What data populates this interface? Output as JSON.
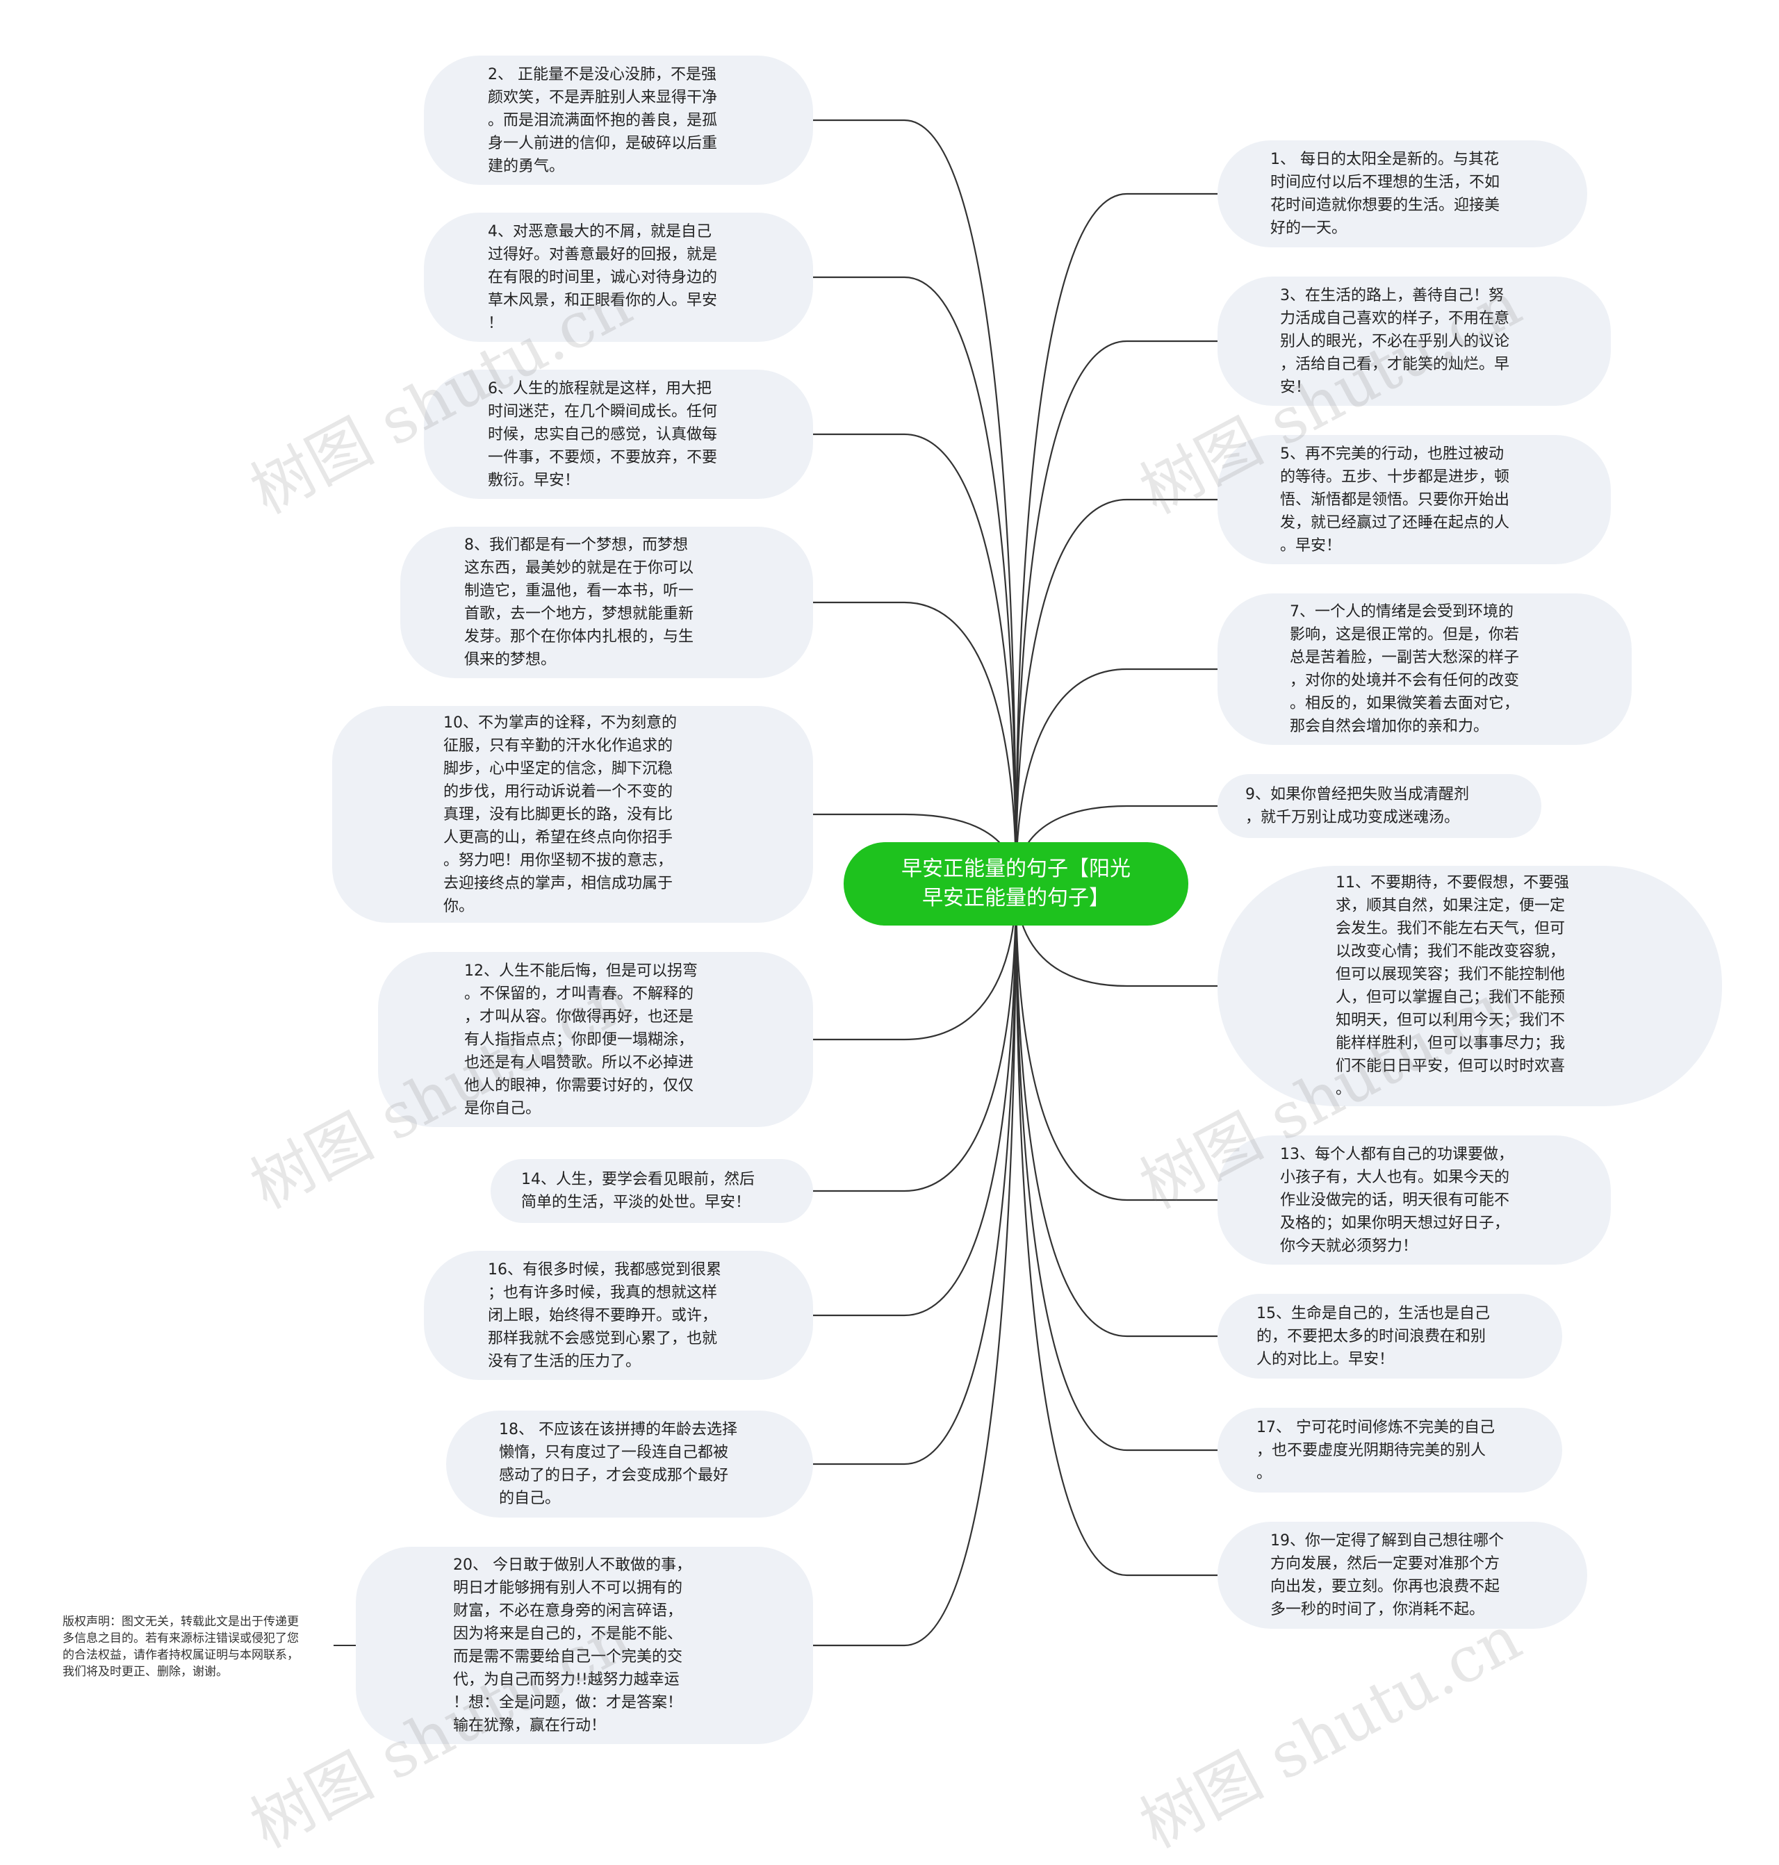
{
  "center": {
    "title": "早安正能量的句子【阳光\n早安正能量的句子】"
  },
  "left_nodes": [
    "2、 正能量不是没心没肺，不是强\n颜欢笑，不是弄脏别人来显得干净\n。而是泪流满面怀抱的善良，是孤\n身一人前进的信仰，是破碎以后重\n建的勇气。",
    "4、对恶意最大的不屑，就是自己\n过得好。对善意最好的回报，就是\n在有限的时间里，诚心对待身边的\n草木风景，和正眼看你的人。早安\n！",
    "6、人生的旅程就是这样，用大把\n时间迷茫，在几个瞬间成长。任何\n时候，忠实自己的感觉，认真做每\n一件事，不要烦，不要放弃，不要\n敷衍。早安！",
    "8、我们都是有一个梦想，而梦想\n这东西，最美妙的就是在于你可以\n制造它，重温他，看一本书，听一\n首歌，去一个地方，梦想就能重新\n发芽。那个在你体内扎根的，与生\n俱来的梦想。",
    "10、不为掌声的诠释，不为刻意的\n征服，只有辛勤的汗水化作追求的\n脚步，心中坚定的信念，脚下沉稳\n的步伐，用行动诉说着一个不变的\n真理，没有比脚更长的路，没有比\n人更高的山，希望在终点向你招手\n。努力吧！用你坚韧不拔的意志，\n去迎接终点的掌声，相信成功属于\n你。",
    "12、人生不能后悔，但是可以拐弯\n。不保留的，才叫青春。不解释的\n，才叫从容。你做得再好，也还是\n有人指指点点；你即便一塌糊涂，\n也还是有人唱赞歌。所以不必掉进\n他人的眼神，你需要讨好的，仅仅\n是你自己。",
    "14、人生，要学会看见眼前，然后\n简单的生活，平淡的处世。早安！",
    "16、有很多时候，我都感觉到很累\n；也有许多时候，我真的想就这样\n闭上眼，始终得不要睁开。或许，\n那样我就不会感觉到心累了，也就\n没有了生活的压力了。",
    "18、 不应该在该拼搏的年龄去选择\n懒惰，只有度过了一段连自己都被\n感动了的日子，才会变成那个最好\n的自己。",
    "20、 今日敢于做别人不敢做的事，\n明日才能够拥有别人不可以拥有的\n财富，不必在意身旁的闲言碎语，\n因为将来是自己的，不是能不能、\n而是需不需要给自己一个完美的交\n代，为自己而努力!!越努力越幸运\n！想：全是问题，做：才是答案！\n输在犹豫，赢在行动！"
  ],
  "right_nodes": [
    "1、 每日的太阳全是新的。与其花\n时间应付以后不理想的生活，不如\n花时间造就你想要的生活。迎接美\n好的一天。",
    "3、在生活的路上，善待自己！努\n力活成自己喜欢的样子，不用在意\n别人的眼光，不必在乎别人的议论\n，活给自己看，才能笑的灿烂。早\n安！",
    "5、再不完美的行动，也胜过被动\n的等待。五步、十步都是进步，顿\n悟、渐悟都是领悟。只要你开始出\n发，就已经赢过了还睡在起点的人\n。早安！",
    "7、一个人的情绪是会受到环境的\n影响，这是很正常的。但是，你若\n总是苦着脸，一副苦大愁深的样子\n，对你的处境并不会有任何的改变\n。相反的，如果微笑着去面对它，\n那会自然会增加你的亲和力。",
    "9、如果你曾经把失败当成清醒剂\n，就千万别让成功变成迷魂汤。",
    "11、不要期待，不要假想，不要强\n求，顺其自然，如果注定，便一定\n会发生。我们不能左右天气，但可\n以改变心情；我们不能改变容貌，\n但可以展现笑容；我们不能控制他\n人，但可以掌握自己；我们不能预\n知明天，但可以利用今天；我们不\n能样样胜利，但可以事事尽力；我\n们不能日日平安，但可以时时欢喜\n。",
    "13、每个人都有自己的功课要做，\n小孩子有，大人也有。如果今天的\n作业没做完的话，明天很有可能不\n及格的；如果你明天想过好日子，\n你今天就必须努力！",
    "15、生命是自己的，生活也是自己\n的，不要把太多的时间浪费在和别\n人的对比上。早安！",
    "17、 宁可花时间修炼不完美的自己\n，也不要虚度光阴期待完美的别人\n。",
    "19、你一定得了解到自己想往哪个\n方向发展，然后一定要对准那个方\n向出发，要立刻。你再也浪费不起\n多一秒的时间了，你消耗不起。"
  ],
  "copyright": "版权声明：图文无关，转载此文是出于传递更\n多信息之目的。若有来源标注错误或侵犯了您\n的合法权益，请作者持权属证明与本网联系，\n我们将及时更正、删除，谢谢。",
  "watermark": "树图 shutu.cn",
  "colors": {
    "center": "#1ec21e",
    "node_bg": "#eef1f6",
    "line": "#333333"
  }
}
